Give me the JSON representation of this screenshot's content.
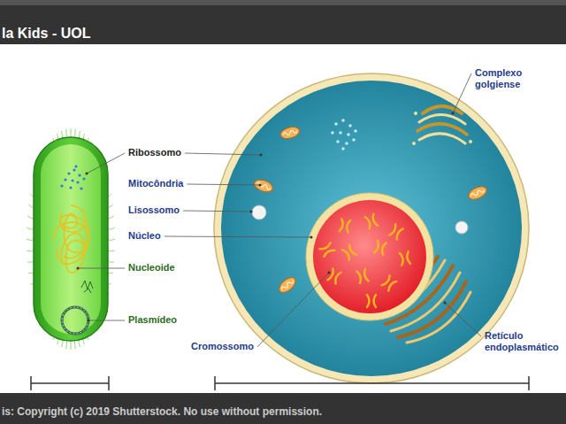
{
  "diagram": {
    "labels": [
      "la Kids - UOL",
      "Ribossomo",
      "Mitocôndria",
      "Lisossomo",
      "Núcleo",
      "Nucleoide",
      "Plasmídeo",
      "Cromossomo",
      "Complexo golgiense",
      "Retículo endoplasmático",
      "is: Copyright (c) 2019 Shutterstock. No use without permission."
    ]
  }
}
